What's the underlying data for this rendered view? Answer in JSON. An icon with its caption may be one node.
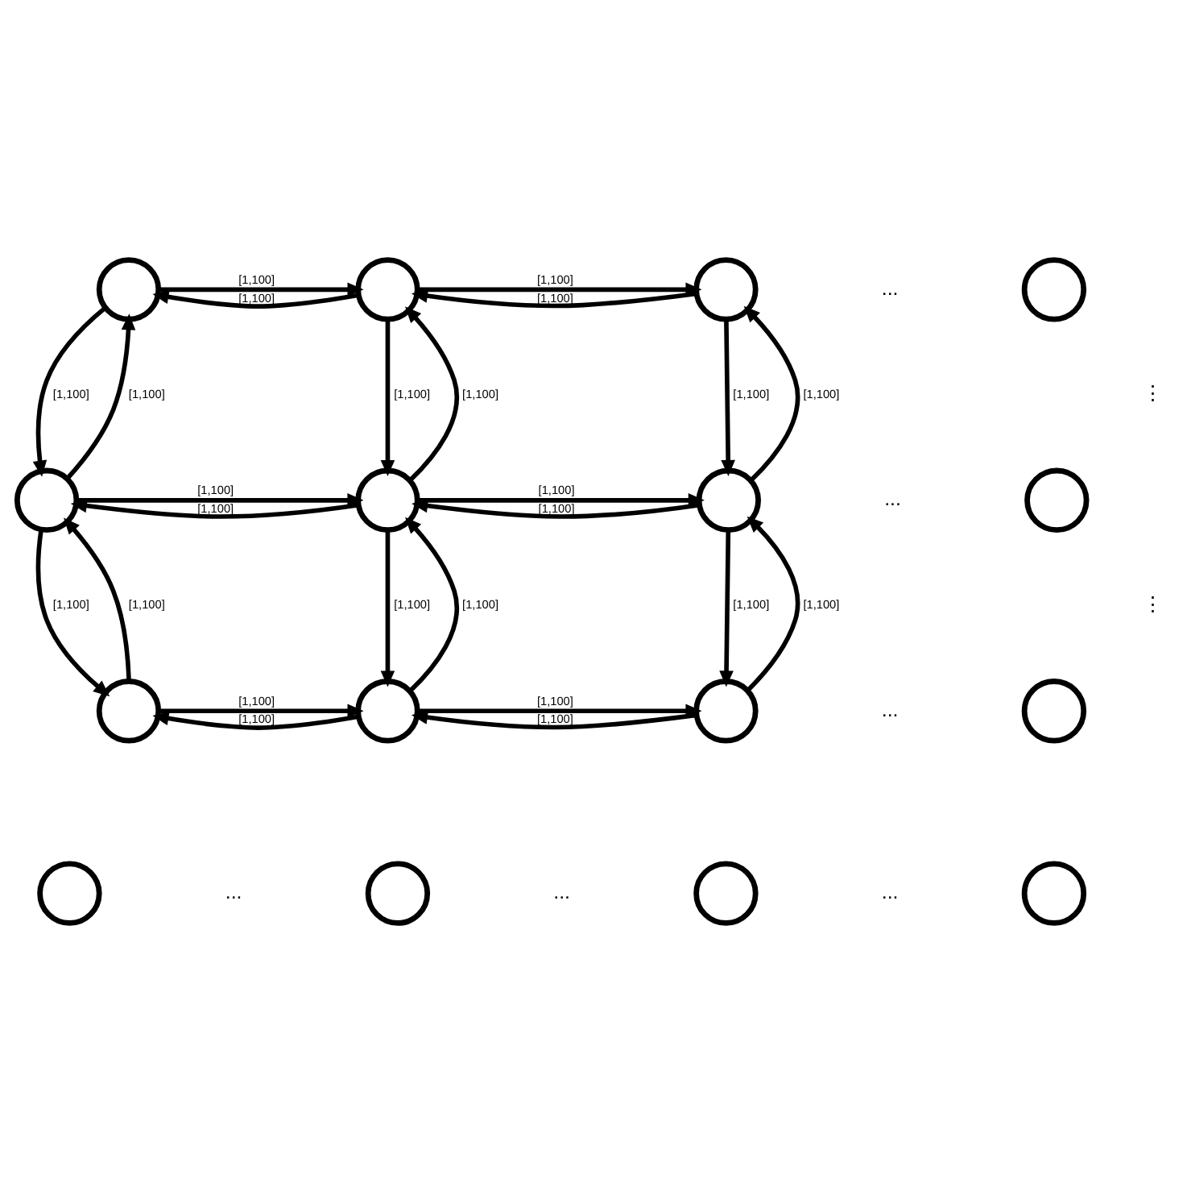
{
  "diagram": {
    "nodes": [
      {
        "text": [],
        "shape": "circle"
      },
      {
        "text": [],
        "shape": "circle"
      },
      {
        "text": [],
        "shape": "circle"
      },
      {
        "text": [],
        "shape": "circle"
      },
      {
        "text": [],
        "shape": "circle"
      },
      {
        "text": [],
        "shape": "circle"
      },
      {
        "text": [],
        "shape": "circle"
      },
      {
        "text": [],
        "shape": "circle"
      },
      {
        "text": [],
        "shape": "circle"
      },
      {
        "text": [],
        "shape": "circle"
      },
      {
        "text": [],
        "shape": "circle"
      },
      {
        "text": [],
        "shape": "circle"
      },
      {
        "text": [],
        "shape": "circle"
      },
      {
        "text": [],
        "shape": "circle"
      },
      {
        "text": [],
        "shape": "circle"
      },
      {
        "text": [],
        "shape": "circle"
      }
    ],
    "edges": [
      {
        "from": 0,
        "to": 1,
        "arrow": "to",
        "label": "[1,100]"
      },
      {
        "from": 1,
        "to": 0,
        "arrow": "to",
        "label": "[1,100]"
      },
      {
        "from": 1,
        "to": 2,
        "arrow": "to",
        "label": "[1,100]"
      },
      {
        "from": 2,
        "to": 1,
        "arrow": "to",
        "label": "[1,100]"
      },
      {
        "from": 4,
        "to": 0,
        "arrow": "to",
        "label": "[1,100]"
      },
      {
        "from": 0,
        "to": 4,
        "arrow": "to",
        "label": "[1,100]"
      },
      {
        "from": 5,
        "to": 1,
        "arrow": "to",
        "label": "[1,100]"
      },
      {
        "from": 1,
        "to": 5,
        "arrow": "to",
        "label": "[1,100]"
      },
      {
        "from": 6,
        "to": 2,
        "arrow": "to",
        "label": "[1,100]"
      },
      {
        "from": 2,
        "to": 6,
        "arrow": "to",
        "label": "[1,100]"
      },
      {
        "from": 4,
        "to": 5,
        "arrow": "to",
        "label": "[1,100]"
      },
      {
        "from": 5,
        "to": 4,
        "arrow": "to",
        "label": "[1,100]"
      },
      {
        "from": 5,
        "to": 6,
        "arrow": "to",
        "label": "[1,100]"
      },
      {
        "from": 6,
        "to": 5,
        "arrow": "to",
        "label": "[1,100]"
      },
      {
        "from": 8,
        "to": 4,
        "arrow": "to",
        "label": "[1,100]"
      },
      {
        "from": 4,
        "to": 8,
        "arrow": "to",
        "label": "[1,100]"
      },
      {
        "from": 9,
        "to": 5,
        "arrow": "to",
        "label": "[1,100]"
      },
      {
        "from": 5,
        "to": 9,
        "arrow": "to",
        "label": "[1,100]"
      },
      {
        "from": 10,
        "to": 6,
        "arrow": "to",
        "label": "[1,100]"
      },
      {
        "from": 6,
        "to": 10,
        "arrow": "to",
        "label": "[1,100]"
      },
      {
        "from": 8,
        "to": 9,
        "arrow": "to",
        "label": "[1,100]"
      },
      {
        "from": 9,
        "to": 8,
        "arrow": "to",
        "label": "[1,100]"
      },
      {
        "from": 9,
        "to": 10,
        "arrow": "to",
        "label": "[1,100]"
      },
      {
        "from": 10,
        "to": 9,
        "arrow": "to",
        "label": "[1,100]"
      }
    ],
    "labels": [
      "...",
      "⋮",
      "...",
      "⋮",
      "...",
      "...",
      "...",
      "..."
    ]
  }
}
